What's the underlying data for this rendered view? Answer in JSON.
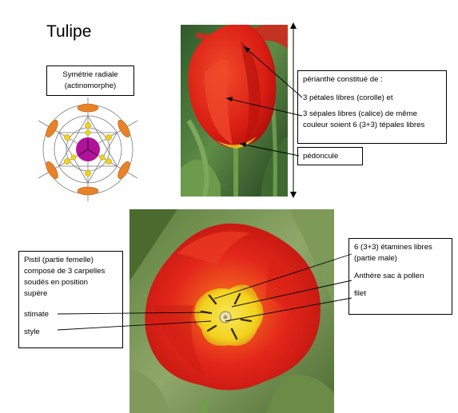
{
  "title": "Tulipe",
  "symmetry_box": {
    "line1": "Symétrie radiale",
    "line2": "(actinomorphe)"
  },
  "perianth_box": {
    "heading": "périanthe constitué de :",
    "petals": "3 pétales libres (corolle) et",
    "sepals_1": "3 sépales libres (calice) de même",
    "sepals_2": "couleur soient 6 (3+3) tépales libres"
  },
  "peduncle_box": {
    "label": "pédoncule"
  },
  "pistil_box": {
    "line1": "Pistil (partie femelle)",
    "line2": "composé de 3 carpelles",
    "line3": "soudés en position",
    "line4": "supère",
    "stigma": "stimate",
    "style": "style"
  },
  "stamens_box": {
    "line1": "6 (3+3) étamines libres",
    "line2": "(partie male)",
    "anther": "Anthère sac à pollen",
    "filament": "filet"
  },
  "colors": {
    "petal_red": "#e3261b",
    "tepal_orange": "#e8822a",
    "carpel_magenta": "#b0129a",
    "stamen_yellow": "#f2d21c",
    "leaf_green": "#4f7a3a"
  }
}
